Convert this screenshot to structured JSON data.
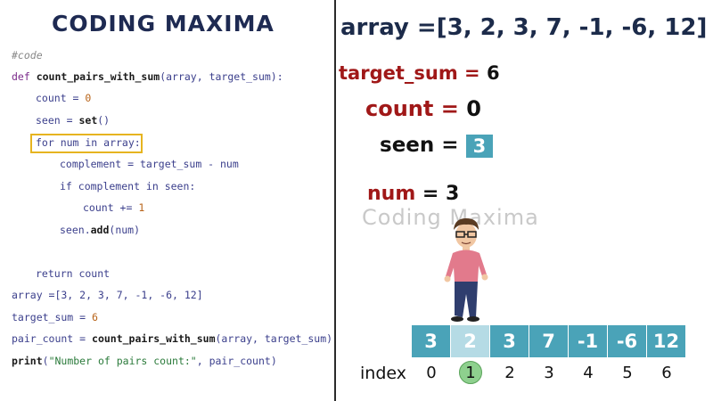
{
  "logo": {
    "text": "CODING MAXIMA"
  },
  "code": {
    "comment": "#code",
    "def_kw": "def ",
    "func_name": "count_pairs_with_sum",
    "def_params": "(array, target_sum):",
    "count_init_a": "count = ",
    "count_init_b": "0",
    "seen_init_a": "seen = ",
    "seen_init_b": "set",
    "seen_init_c": "()",
    "for_line": "for num in array:",
    "complement_line": "complement = target_sum - num",
    "if_line": "if complement in seen:",
    "count_inc_a": "count += ",
    "count_inc_b": "1",
    "seen_add_a": "seen.",
    "seen_add_b": "add",
    "seen_add_c": "(num)",
    "return_line": "return count",
    "array_line": "array =[3, 2, 3, 7, -1, -6, 12]",
    "target_line_a": "target_sum = ",
    "target_line_b": "6",
    "pair_line_a": "pair_count = ",
    "pair_line_b": "count_pairs_with_sum",
    "pair_line_c": "(array, target_sum)",
    "print_a": "print",
    "print_b": "(",
    "print_c": "\"Number of pairs count:\"",
    "print_d": ", pair_count)"
  },
  "visual": {
    "array_title": "array =[3, 2, 3, 7, -1, -6, 12]",
    "target_label": "target_sum",
    "eq": " = ",
    "target_value": "6",
    "count_label": "count",
    "count_value": "0",
    "seen_label": "seen",
    "seen_value": "3",
    "num_label": "num",
    "num_value": "3",
    "watermark": "Coding Maxima",
    "index_label": "index",
    "cells": [
      "3",
      "2",
      "3",
      "7",
      "-1",
      "-6",
      "12"
    ],
    "indices": [
      "0",
      "1",
      "2",
      "3",
      "4",
      "5",
      "6"
    ],
    "active_index": 1
  },
  "colors": {
    "cell": "#4aa3b8",
    "cell_active": "#b5dbe5",
    "highlight_box": "#e6b420",
    "var_red": "#a01818",
    "index_active": "#8ed08e"
  }
}
